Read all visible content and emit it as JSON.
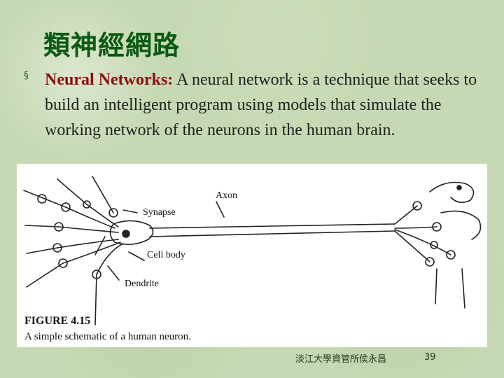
{
  "slide": {
    "title": "類神經網路",
    "bullet_icon": "square-bullet-icon",
    "bullet_glyph": "§",
    "term": "Neural Networks:",
    "body": " A neural network is a technique that seeks to build an intelligent program using models that simulate the working network of the neurons in the human brain."
  },
  "figure": {
    "labels": {
      "axon": "Axon",
      "synapse": "Synapse",
      "cell_body": "Cell body",
      "dendrite": "Dendrite"
    },
    "caption_label": "FIGURE 4.15",
    "caption_text": "A simple schematic of a human neuron."
  },
  "footer": {
    "author": "淡江大學資管所侯永昌",
    "page_number": "39"
  },
  "colors": {
    "title": "#0b5a12",
    "term": "#8b1010",
    "background": "#c7d9b4"
  }
}
